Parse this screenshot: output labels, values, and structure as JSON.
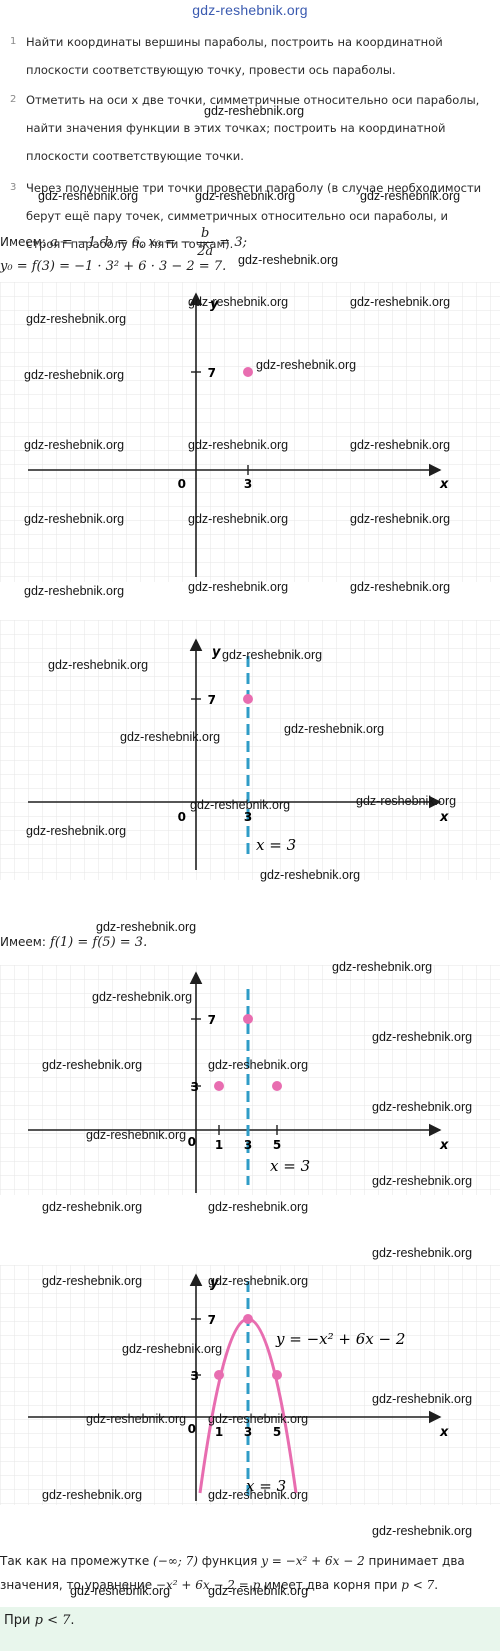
{
  "site": {
    "title": "gdz-reshebnik.org"
  },
  "watermark": "gdz-reshebnik.org",
  "steps": [
    {
      "num": "1",
      "text": "Найти координаты вершины параболы, построить на координатной плоскости соответствующую точку, провести ось параболы."
    },
    {
      "num": "2",
      "text": "Отметить на оси x две точки, симметричные относительно оси параболы, найти значения функции в этих точках; построить на координатной плоскости соответствующие точки."
    },
    {
      "num": "3",
      "text": "Через полученные три точки провести параболу (в случае необходимости берут ещё пару точек, симметричных относительно оси параболы, и строят параболу по пяти точкам)."
    }
  ],
  "calc": {
    "have_label": "Имеем:",
    "line1": "a = −1, b = 6, x₀ = −",
    "frac_num": "b",
    "frac_den": "2a",
    "line1_end": "= 3;",
    "line2": "y₀ = f(3) = −1 · 3² + 6 · 3 − 2 = 7.",
    "line3": "f(1) = f(5) = 3."
  },
  "graph_labels": {
    "x_axis": "x",
    "y_axis": "y",
    "origin": "0",
    "tick_1": "1",
    "tick_3": "3",
    "tick_5": "5",
    "tick_y3": "3",
    "tick_y7": "7",
    "axis_eq": "x = 3",
    "parabola_eq": "y = −x² + 6x − 2"
  },
  "conclusion": {
    "part1": "Так как на промежутке ",
    "interval": "(−∞; 7)",
    "part2": " функция ",
    "func": "y = −x² + 6x − 2",
    "part3": " принимает два значения, то уравнение ",
    "eq": "−x² + 6x − 2 = p",
    "part4": " имеет два корня при ",
    "cond": "p < 7",
    "part5": "."
  },
  "answer": {
    "prefix": "При ",
    "cond": "p < 7",
    "suffix": "."
  },
  "colors": {
    "axis_line": "#2f9cc7",
    "points": "#e86db0",
    "grid": "#e6e6e6"
  }
}
